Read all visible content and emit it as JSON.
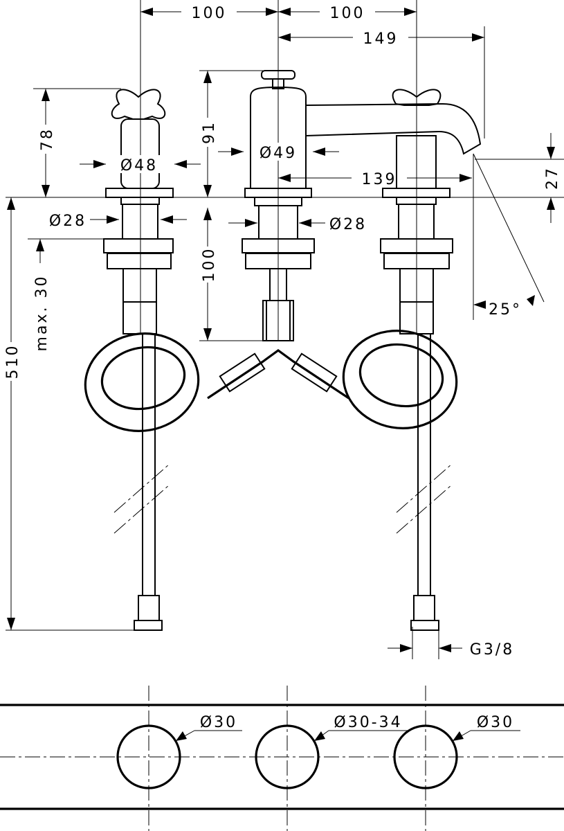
{
  "drawing": {
    "dimensions": {
      "spacing_left": "100",
      "spacing_right": "100",
      "spout_reach": "149",
      "handle_height": "78",
      "body_height": "91",
      "handle_diameter": "Ø48",
      "body_diameter": "Ø49",
      "spout_projection": "139",
      "outlet_height": "27",
      "left_shank": "Ø28",
      "center_shank": "Ø28",
      "shank_length": "100",
      "max_thickness": "max. 30",
      "total_length": "510",
      "angle": "25°",
      "thread": "G3/8"
    },
    "holes": {
      "left": "Ø30",
      "center": "Ø30-34",
      "right": "Ø30"
    }
  }
}
